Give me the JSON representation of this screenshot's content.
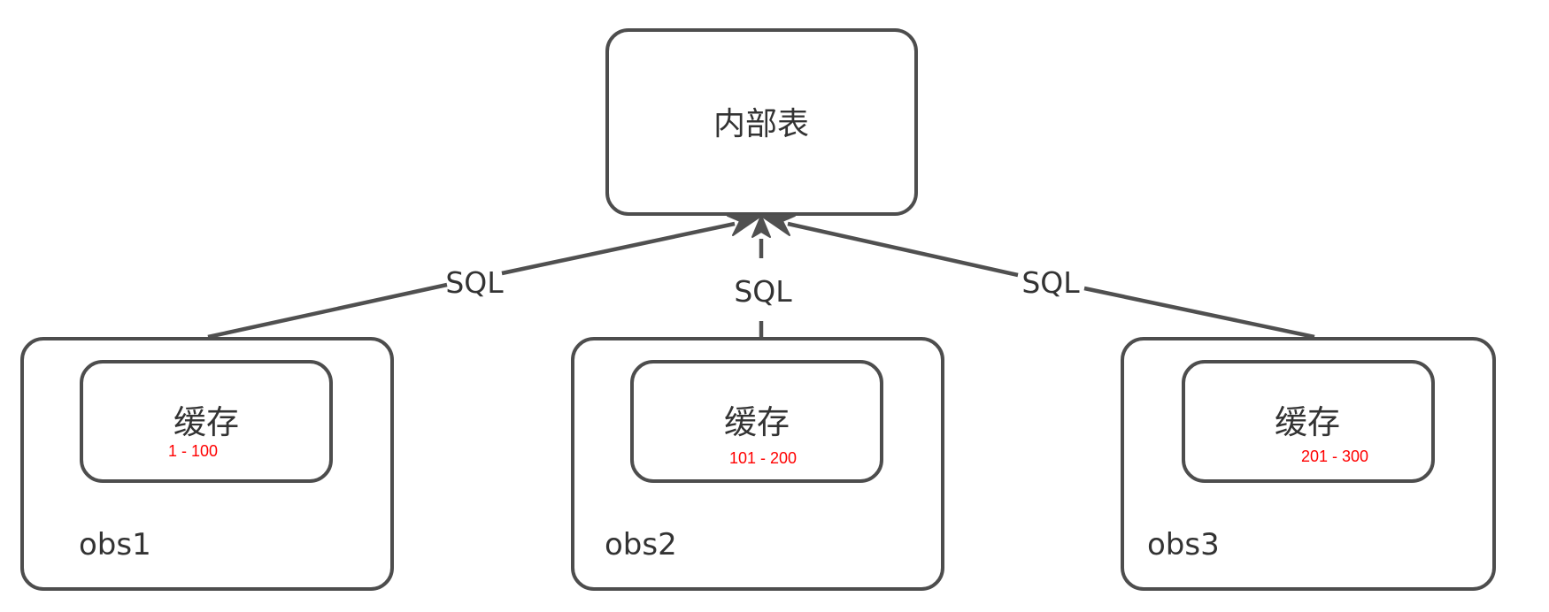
{
  "target": {
    "label": "内部表"
  },
  "nodes": [
    {
      "name": "obs1",
      "cache_label": "缓存",
      "range": "1 - 100"
    },
    {
      "name": "obs2",
      "cache_label": "缓存",
      "range": "101 - 200"
    },
    {
      "name": "obs3",
      "cache_label": "缓存",
      "range": "201 - 300"
    }
  ],
  "edges": [
    {
      "label": "SQL"
    },
    {
      "label": "SQL"
    },
    {
      "label": "SQL"
    }
  ],
  "colors": {
    "stroke": "#4d4d4d",
    "text": "#333333",
    "range": "#ff0000",
    "background": "#ffffff"
  }
}
